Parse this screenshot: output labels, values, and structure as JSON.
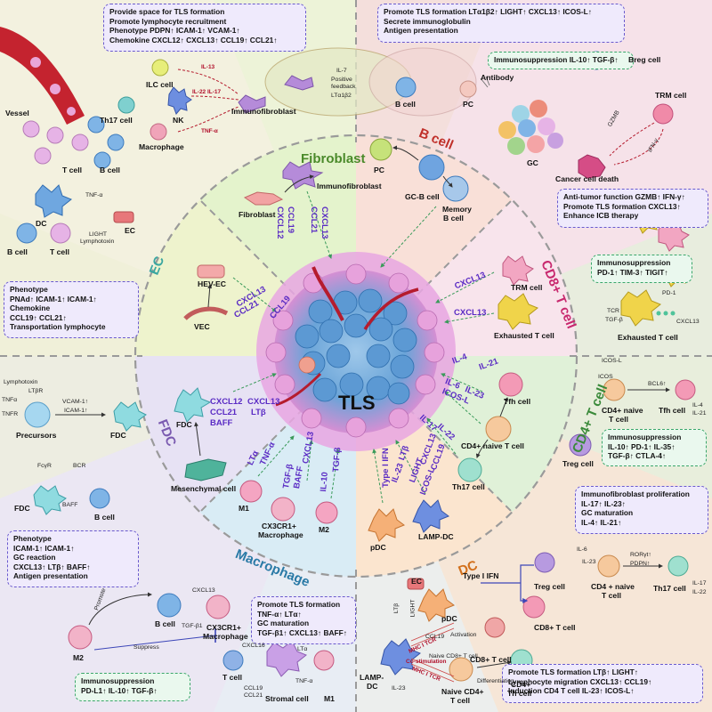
{
  "colors": {
    "fibroblast": "#dff0c6",
    "bcell": "#f6ddd6",
    "cd8": "#f7e1ea",
    "cd4": "#dff0d6",
    "dc": "#fbe3cc",
    "macrophage": "#dbeef6",
    "fdc": "#e8e3f5",
    "ec": "#eef2cf",
    "purple_text": "#5a2bc4",
    "box_border": "#6a5acd",
    "green_border": "#3aa66a"
  },
  "center": {
    "label": "TLS"
  },
  "sectors": {
    "fibroblast": "Fibroblast",
    "bcell": "B cell",
    "cd8": "CD8+ T cell",
    "cd4": "CD4+ T cell",
    "dc": "DC",
    "macrophage": "Macrophage",
    "fdc": "FDC",
    "ec": "EC"
  },
  "boxes": {
    "fibro_top": [
      "Provide space for TLS formation",
      "Promote lymphocyte recruitment",
      "Phenotype   PDPN↑ ICAM-1↑ VCAM-1↑",
      "Chemokine  CXCL12↑ CXCL13↑ CCL19↑ CCL21↑"
    ],
    "bcell_top": [
      "Promote TLS formation  LTα1β2↑ LIGHT↑ CXCL13↑ ICOS-L↑",
      "Secrete immunoglobulin",
      "Antigen presentation"
    ],
    "breg": [
      "Immunosuppression  IL-10↑ TGF-β↑"
    ],
    "cd8_func": [
      "Anti-tumor function      GZMB↑ IFN-γ↑",
      "Promote TLS formation    CXCL13↑",
      "Enhance ICB therapy"
    ],
    "cd8_supp": [
      "Immunosuppression",
      "PD-1↑ TIM-3↑ TIGIT↑"
    ],
    "ec_box": [
      "Phenotype",
      "PNAd↑ ICAM-1↑ ICAM-1↑",
      "Chemokine",
      "CCL19↑ CCL21↑",
      "Transportation lymphocyte"
    ],
    "treg_box": [
      "Immunosuppression",
      "IL-10↑  PD-1↑ IL-35↑",
      "TGF-β↑ CTLA-4↑"
    ],
    "th17_box": [
      "Immunofibroblast proliferation",
      "IL-17↑ IL-23↑",
      "GC maturation",
      "IL-4↑ IL-21↑"
    ],
    "fdc_box": [
      "Phenotype",
      "ICAM-1↑ ICAM-1↑",
      "GC reaction",
      "CXCL13↑ LTβ↑ BAFF↑",
      "Antigen presentation"
    ],
    "mac_box": [
      "Promote TLS formation",
      "TNF-α↑ LTα↑",
      "GC maturation",
      "TGF-β1↑ CXCL13↑ BAFF↑"
    ],
    "m2_box": [
      "Immunosuppression",
      "PD-L1↑ IL-10↑ TGF-β↑"
    ],
    "dc_box": [
      "Promote TLS formation    LTβ↑ LIGHT↑",
      "Lymphocyte migration    CXCL13↑ CCL19↑",
      "Induction CD4 T cell      IL-23↑ ICOS-L↑"
    ]
  },
  "inner": {
    "fibro_cells": [
      "Immunofibroblast",
      "Fibroblast"
    ],
    "fibro_chem": [
      "CXCL12",
      "CXCL13",
      "CCL19",
      "CCL21"
    ],
    "b_cells": [
      "PC",
      "GC-B cell",
      "Memory",
      "B cell"
    ],
    "cd8_cells": [
      "TRM cell",
      "Exhausted T cell"
    ],
    "cd8_chem": [
      "CXCL13",
      "CXCL13"
    ],
    "cd4_cells": [
      "Tfh cell",
      "CD4+ naive T cell",
      "Th17 cell"
    ],
    "cd4_chem": [
      "IL-4",
      "IL-21",
      "IL-6",
      "IL-23",
      "ICOS-L",
      "IL-17",
      "IL-22"
    ],
    "dc_cells": [
      "pDC",
      "LAMP-DC"
    ],
    "dc_chem": [
      "Type I IFN",
      "CXCL13",
      "CCL19",
      "LTβ",
      "LIGHT",
      "IL-23",
      "ICOS-L"
    ],
    "mac_cells": [
      "M1",
      "CX3CR1+",
      "Macrophage",
      "M2"
    ],
    "mac_chem": [
      "LTα",
      "TNF-α",
      "TGF-β",
      "BAFF",
      "CXCL13",
      "IL-10",
      "TGF-β"
    ],
    "fdc_cells": [
      "FDC",
      "Mesenchymal cell"
    ],
    "fdc_chem": [
      "CXCL12",
      "CXCL13",
      "CCL21",
      "LTβ",
      "BAFF"
    ],
    "ec_cells": [
      "HEV-EC",
      "VEC"
    ],
    "ec_chem": [
      "CXCL13",
      "CCL21",
      "CCL19"
    ]
  },
  "outer": {
    "vessel": "Vessel",
    "t_cell": "T cell",
    "b_cell": "B cell",
    "dc": "DC",
    "ec": "EC",
    "tnf": "TNF-α",
    "light": "LIGHT",
    "lymphotoxin": "Lymphotoxin",
    "ilc": "ILC cell",
    "th17": "Th17 cell",
    "nk": "NK",
    "macrophage": "Macrophage",
    "il13": "IL-13",
    "il22_17": "IL-22 IL-17",
    "tnfa2": "TNF-α",
    "immunofibroblast": "Immunofibroblast",
    "il7": "IL-7",
    "pos": "Positive",
    "feedback": "feedback",
    "lta": "LTα1β2",
    "b_cell2": "B cell",
    "pc": "PC",
    "antibody": "Antibody",
    "breg": "Breg cell",
    "gc": "GC",
    "trm": "TRM cell",
    "gzmb": "GZMB",
    "ifng": "IFN-γ",
    "death": "Cancer cell death",
    "pd1": "PD-1",
    "tcr": "TCR",
    "tgfb": "TGF-β",
    "cxcl13": "CXCL13",
    "exhausted": "Exhausted T cell",
    "icosl": "ICOS-L",
    "icos": "ICOS",
    "bcl6": "BCL6↑",
    "naive": "CD4+ naive",
    "tcell": "T cell",
    "tfh": "Tfh cell",
    "il4": "IL-4",
    "il21": "IL-21",
    "treg": "Treg cell",
    "il6": "IL-6",
    "il23": "IL-23",
    "ror": "RORγt↑",
    "pdpn": "PDPN↑",
    "naive2": "CD4 + naive",
    "tcell2": "T cell",
    "th17b": "Th17 cell",
    "il17": "IL-17",
    "il22": "IL-22",
    "lymphotoxin2": "Lymphotoxin",
    "ltbr": "LTβR",
    "tnfa3": "TNFα",
    "tnfr": "TNFR",
    "vcam": "VCAM-1↑",
    "icam": "ICAM-1↑",
    "precursors": "Precursors",
    "fdc": "FDC",
    "fcyr": "FcγR",
    "bcr": "BCR",
    "baff": "BAFF",
    "fdc2": "FDC",
    "bcell3": "B cell",
    "promote": "Promote",
    "suppress": "Suppress",
    "bcell4": "B cell",
    "cxcl13b": "CXCL13",
    "tgfb1": "TGF-β1",
    "cx3": "CX3CR1+",
    "mac": "Macrophage",
    "m2": "M2",
    "tcell3": "T cell",
    "cxcl16": "CXCL16",
    "ccl19": "CCL19",
    "ccl21": "CCL21",
    "lta2": "LTα",
    "tnfa4": "TNF-α",
    "stromal": "Stromal cell",
    "m1": "M1",
    "ec2": "EC",
    "ltb": "LTβ",
    "light2": "LIGHT",
    "ccl19b": "CCL19",
    "pdc": "pDC",
    "typei": "Type I IFN",
    "tregb": "Treg cell",
    "cd8b": "CD8+ T cell",
    "activation": "Activation",
    "naive_cd8": "Naive CD8+ T cell",
    "cd8c": "CD8+ T cell",
    "lamp": "LAMP-",
    "dc2": "DC",
    "mhc1": "MHC I TCR",
    "stim": "Co-stimulation",
    "mhc2": "MHC I TCR",
    "il23b": "IL-23",
    "naive_cd4": "Naive CD4+",
    "tcell4": "T cell",
    "differentiation": "Differentiation",
    "cd4th": "CD4+",
    "th": "Th cell"
  }
}
